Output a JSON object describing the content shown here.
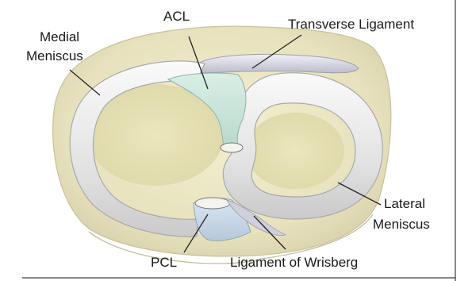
{
  "labels": {
    "acl": "ACL",
    "transverse_ligament": "Transverse Ligament",
    "medial_meniscus_line1": "Medial",
    "medial_meniscus_line2": "Meniscus",
    "lateral_meniscus_line1": "Lateral",
    "lateral_meniscus_line2": "Meniscus",
    "pcl": "PCL",
    "ligament_of_wrisberg": "Ligament of Wrisberg"
  },
  "colors": {
    "tibial_plateau": "#ece7c2",
    "articular_cartilage": "#e6e2b6",
    "meniscus": "#dedede",
    "acl": "#cfe6dc",
    "pcl": "#c9d8e8",
    "transverse_ligament": "#cfcfdc"
  }
}
